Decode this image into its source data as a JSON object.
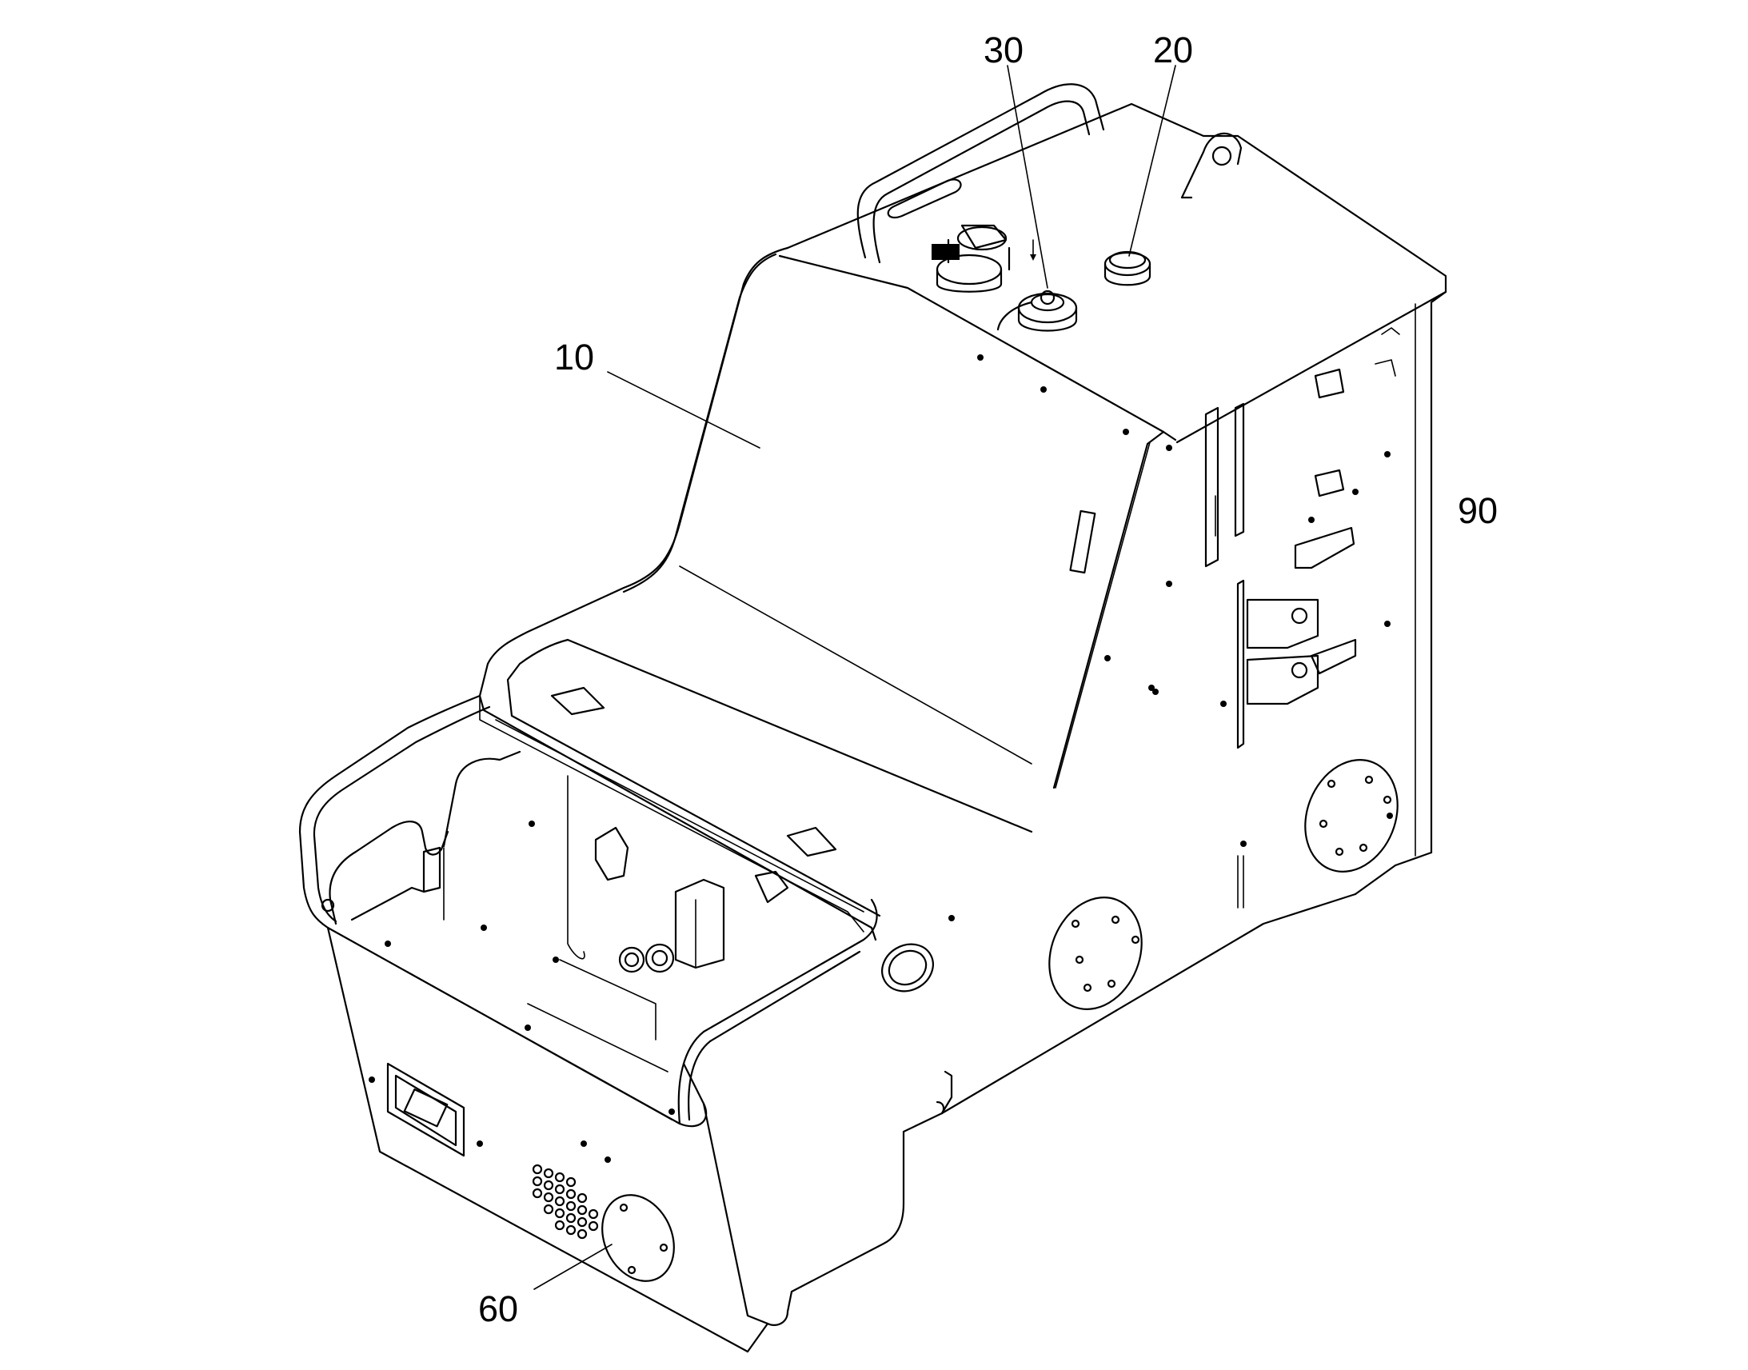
{
  "callouts": [
    {
      "id": "c10",
      "label": "10"
    },
    {
      "id": "c20",
      "label": "20"
    },
    {
      "id": "c30",
      "label": "30"
    },
    {
      "id": "c60",
      "label": "60"
    },
    {
      "id": "c90",
      "label": "90"
    }
  ],
  "colors": {
    "line": "#000000",
    "background": "#ffffff"
  }
}
